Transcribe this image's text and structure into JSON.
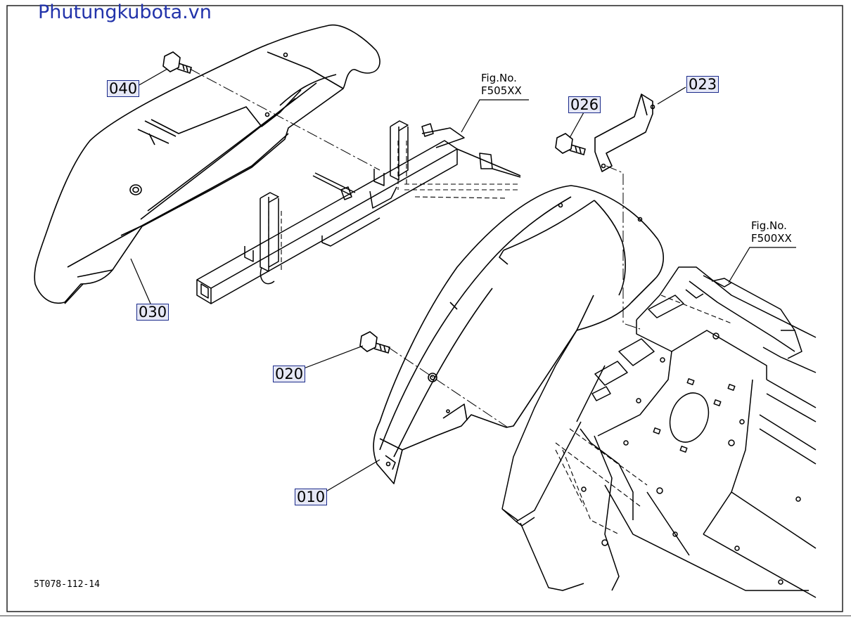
{
  "header": {
    "site_title": "Phutungkubota.vn"
  },
  "parts": [
    {
      "id": "040",
      "label": "040"
    },
    {
      "id": "030",
      "label": "030"
    },
    {
      "id": "026",
      "label": "026"
    },
    {
      "id": "023",
      "label": "023"
    },
    {
      "id": "020",
      "label": "020"
    },
    {
      "id": "010",
      "label": "010"
    }
  ],
  "figure_refs": [
    {
      "line1": "Fig.No.",
      "line2": "F505XX"
    },
    {
      "line1": "Fig.No.",
      "line2": "F500XX"
    }
  ],
  "footer": {
    "drawing_code": "5T078-112-14"
  }
}
